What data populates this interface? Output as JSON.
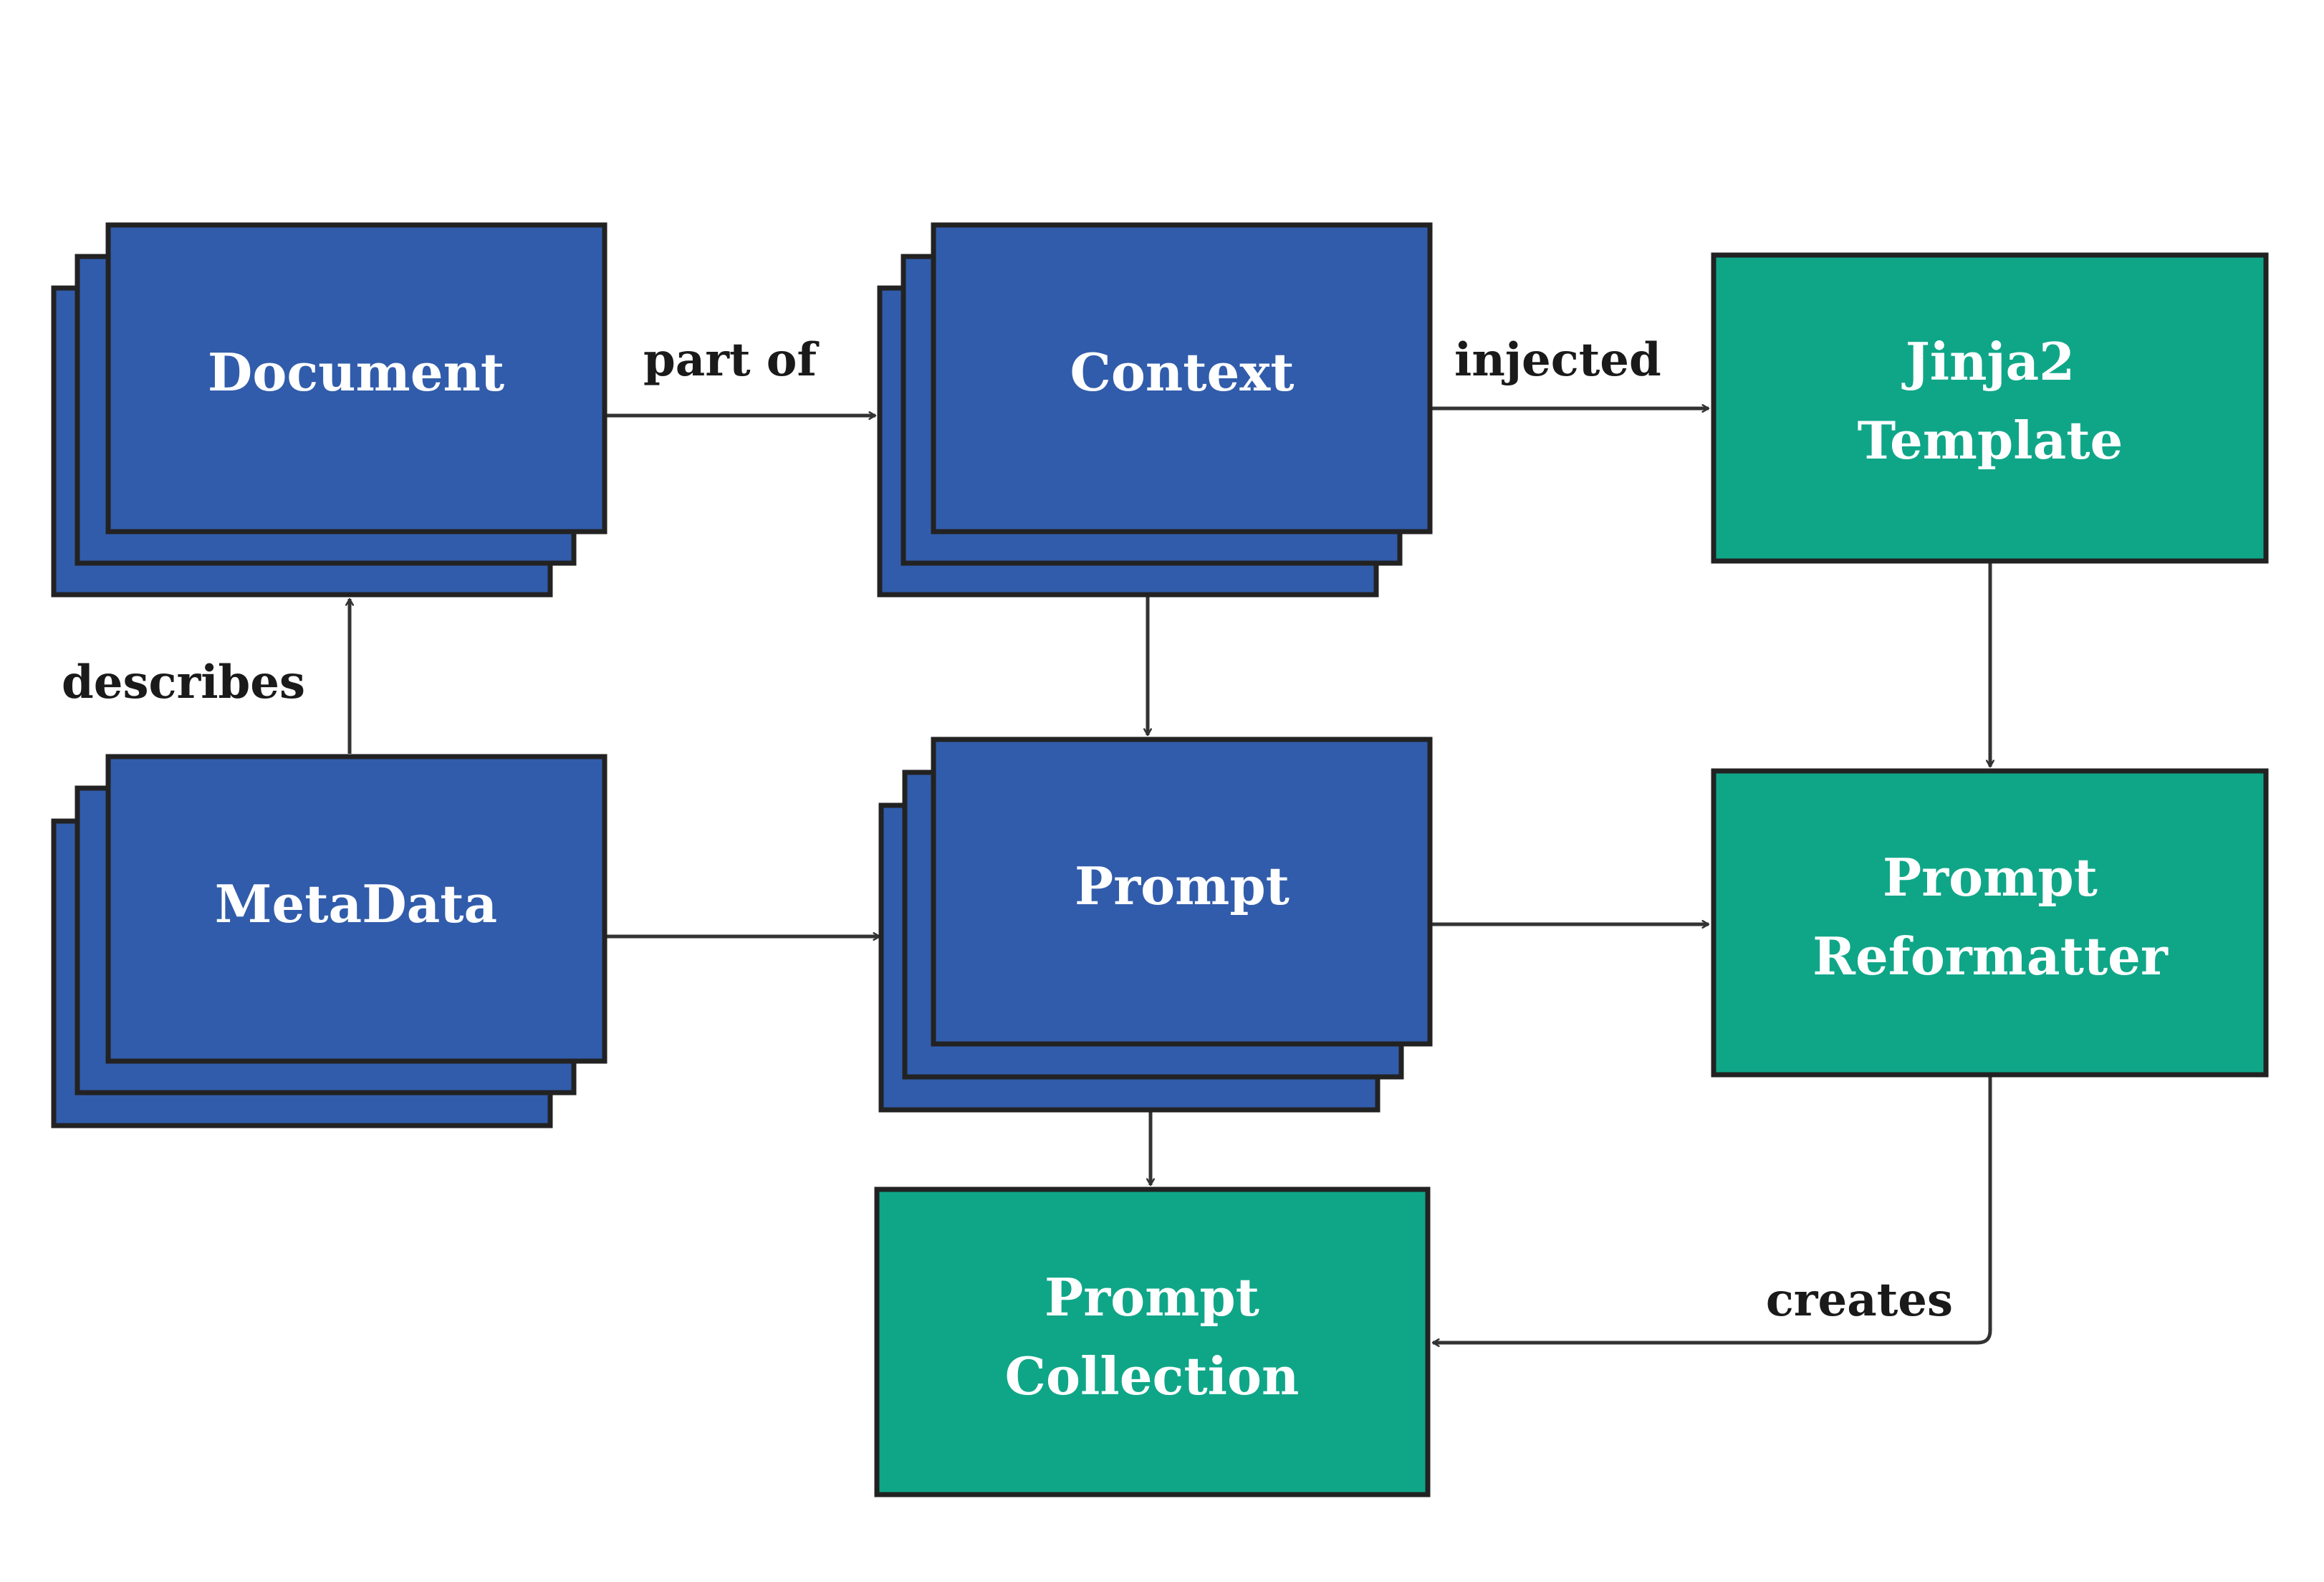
{
  "colors": {
    "blue_box": "#315cab",
    "green_box": "#0fa688",
    "border": "#222222",
    "arrow": "#333333",
    "node_text": "#ffffff",
    "edge_text": "#1a1a1a"
  },
  "nodes": {
    "document": {
      "lines": [
        "Document"
      ],
      "color": "blue",
      "stacked": true
    },
    "context": {
      "lines": [
        "Context"
      ],
      "color": "blue",
      "stacked": true
    },
    "jinja2_template": {
      "lines": [
        "Jinja2",
        "Template"
      ],
      "color": "green",
      "stacked": false
    },
    "metadata": {
      "lines": [
        "MetaData"
      ],
      "color": "blue",
      "stacked": true
    },
    "prompt": {
      "lines": [
        "Prompt"
      ],
      "color": "blue",
      "stacked": true
    },
    "prompt_reformatter": {
      "lines": [
        "Prompt",
        "Reformatter"
      ],
      "color": "green",
      "stacked": false
    },
    "prompt_collection": {
      "lines": [
        "Prompt",
        "Collection"
      ],
      "color": "green",
      "stacked": false
    }
  },
  "edges": {
    "document_to_context": {
      "from": "Document",
      "to": "Context",
      "label": "part of"
    },
    "context_to_template": {
      "from": "Context",
      "to": "Jinja2 Template",
      "label": "injected"
    },
    "metadata_to_document": {
      "from": "MetaData",
      "to": "Document",
      "label": "describes"
    },
    "context_to_prompt": {
      "from": "Context",
      "to": "Prompt",
      "label": ""
    },
    "template_to_reformatter": {
      "from": "Jinja2 Template",
      "to": "Prompt Reformatter",
      "label": ""
    },
    "metadata_to_prompt": {
      "from": "MetaData",
      "to": "Prompt",
      "label": ""
    },
    "prompt_to_reformatter": {
      "from": "Prompt",
      "to": "Prompt Reformatter",
      "label": ""
    },
    "prompt_to_collection": {
      "from": "Prompt",
      "to": "Prompt Collection",
      "label": ""
    },
    "reformatter_to_collection": {
      "from": "Prompt Reformatter",
      "to": "Prompt Collection",
      "label": "creates"
    }
  }
}
